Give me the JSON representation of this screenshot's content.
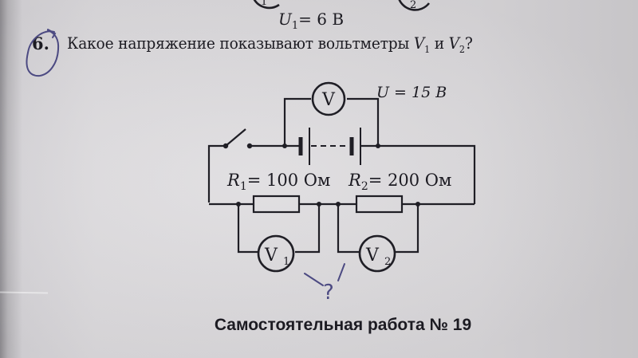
{
  "page": {
    "top_fragment": {
      "label_var": "U",
      "label_sub": "1",
      "label_rest": "= 6 В",
      "circle_left_text": "1",
      "circle_right_text": "2"
    },
    "question": {
      "number": "6.",
      "text_before": "Какое напряжение показывают вольтметры ",
      "v1_var": "V",
      "v1_sub": "1",
      "conj": " и ",
      "v2_var": "V",
      "v2_sub": "2",
      "text_after": "?"
    },
    "circuit": {
      "source_voltage_label": "U = 15 В",
      "source_voltmeter_label": "V",
      "r1_label": "R",
      "r1_sub": "1",
      "r1_value": "= 100 Ом",
      "r2_label": "R",
      "r2_sub": "2",
      "r2_value": "= 200 Ом",
      "voltmeter1_label": "V",
      "voltmeter1_sub": "1",
      "voltmeter2_label": "V",
      "voltmeter2_sub": "2"
    },
    "annotation": {
      "handwritten_mark": "?"
    },
    "footer": {
      "title": "Самостоятельная работа № 19"
    },
    "colors": {
      "ink_pen": "#4c4a82",
      "print": "#1c1b22",
      "paper": "#dcdadd"
    }
  }
}
